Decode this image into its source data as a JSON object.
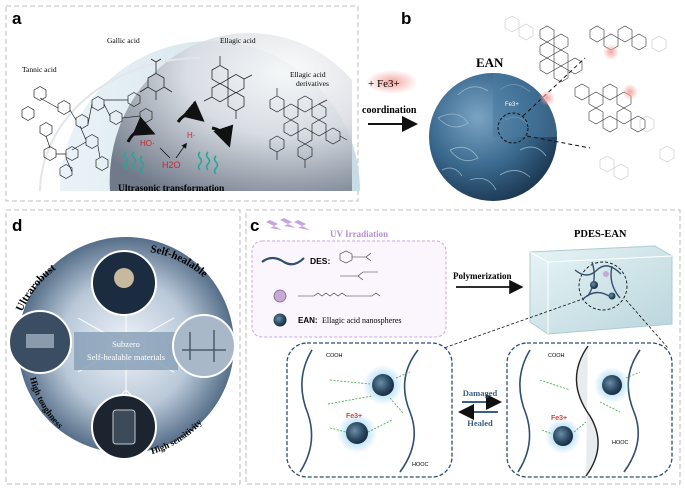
{
  "panels": {
    "a": {
      "label": "a",
      "tannic": "Tannic acid",
      "gallic": "Gallic acid",
      "ellagic": "Ellagic acid",
      "derivatives_1": "Ellagic acid",
      "derivatives_2": "derivatives",
      "hydroxide": "HO·",
      "hydrogen": "H·",
      "water": "H2O",
      "caption": "Ultrasonic transformation"
    },
    "b": {
      "label": "b",
      "fe_ion": "+ Fe3+",
      "arrow_text": "coordination",
      "title": "EAN",
      "fe_mark": "Fe3+"
    },
    "c": {
      "label": "c",
      "uv": "UV Irradiation",
      "des": "DES:",
      "ean_key": "EAN:",
      "ean_desc": "Ellagic acid nanospheres",
      "polymerization": "Polymerization",
      "title": "PDES-EAN",
      "damaged": "Damaged",
      "healed": "Healed",
      "cooh": "COOH",
      "hooc": "HOOC",
      "fe_mark": "Fe3+"
    },
    "d": {
      "label": "d",
      "ultrarobust": "Ultrarobust",
      "self_healable": "Self-healable",
      "high_toughness": "High toughness",
      "high_sensitivity": "High sensitivity",
      "center_1": "Subzero",
      "center_2": "Self-healable materials"
    }
  },
  "colors": {
    "frame": "#bdbdbd",
    "dark_blue": "#1f3552",
    "nanosphere": "#3b6a8f",
    "fe_red": "#d8463a",
    "uv_purple": "#b48fd1",
    "green_bond": "#4caf50",
    "halo_blue": "#bfe3f6",
    "gel_cyan": "#d9eef0"
  },
  "icons": [
    "refresh-arrow-icon",
    "arrow-right-icon",
    "double-arrow-icon",
    "uv-rays-icon"
  ]
}
